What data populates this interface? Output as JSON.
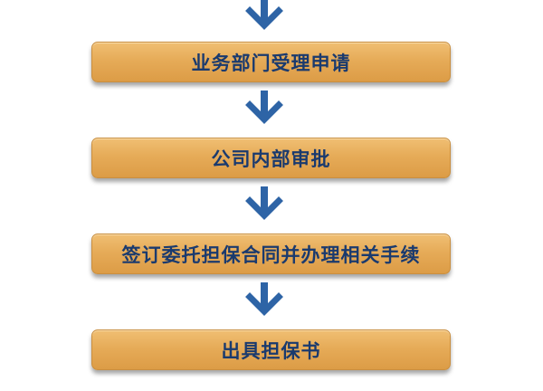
{
  "flow": {
    "steps": [
      {
        "label": "业务部门受理申请"
      },
      {
        "label": "公司内部审批"
      },
      {
        "label": "签订委托担保合同并办理相关手续"
      },
      {
        "label": "出具担保书"
      }
    ],
    "colors": {
      "box_fill": "#e6ab58",
      "box_text": "#1a3a6e",
      "arrow": "#2e64a6"
    }
  }
}
